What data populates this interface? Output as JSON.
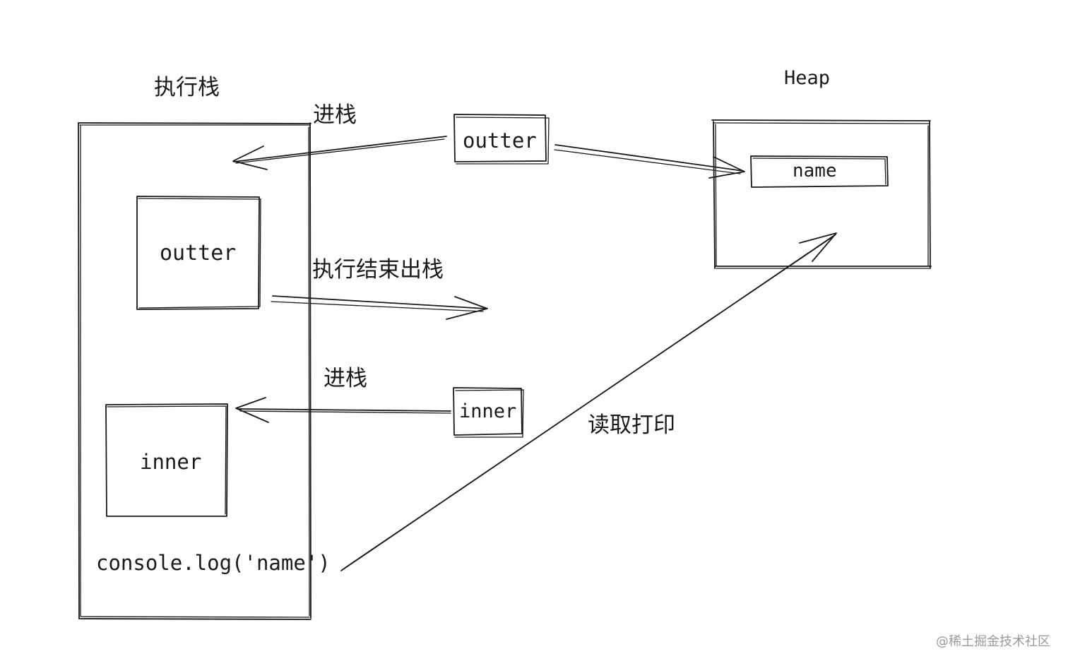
{
  "stack": {
    "title": "执行栈",
    "outter_label": "outter",
    "inner_label": "inner",
    "console_label": "console.log('name')"
  },
  "heap": {
    "title": "Heap",
    "name_label": "name"
  },
  "floating": {
    "outter_label": "outter",
    "inner_label": "inner"
  },
  "arrows": {
    "push_outter": "进栈",
    "pop_outter": "执行结束出栈",
    "push_inner": "进栈",
    "read_print": "读取打印"
  },
  "watermark": "@稀土掘金技术社区"
}
